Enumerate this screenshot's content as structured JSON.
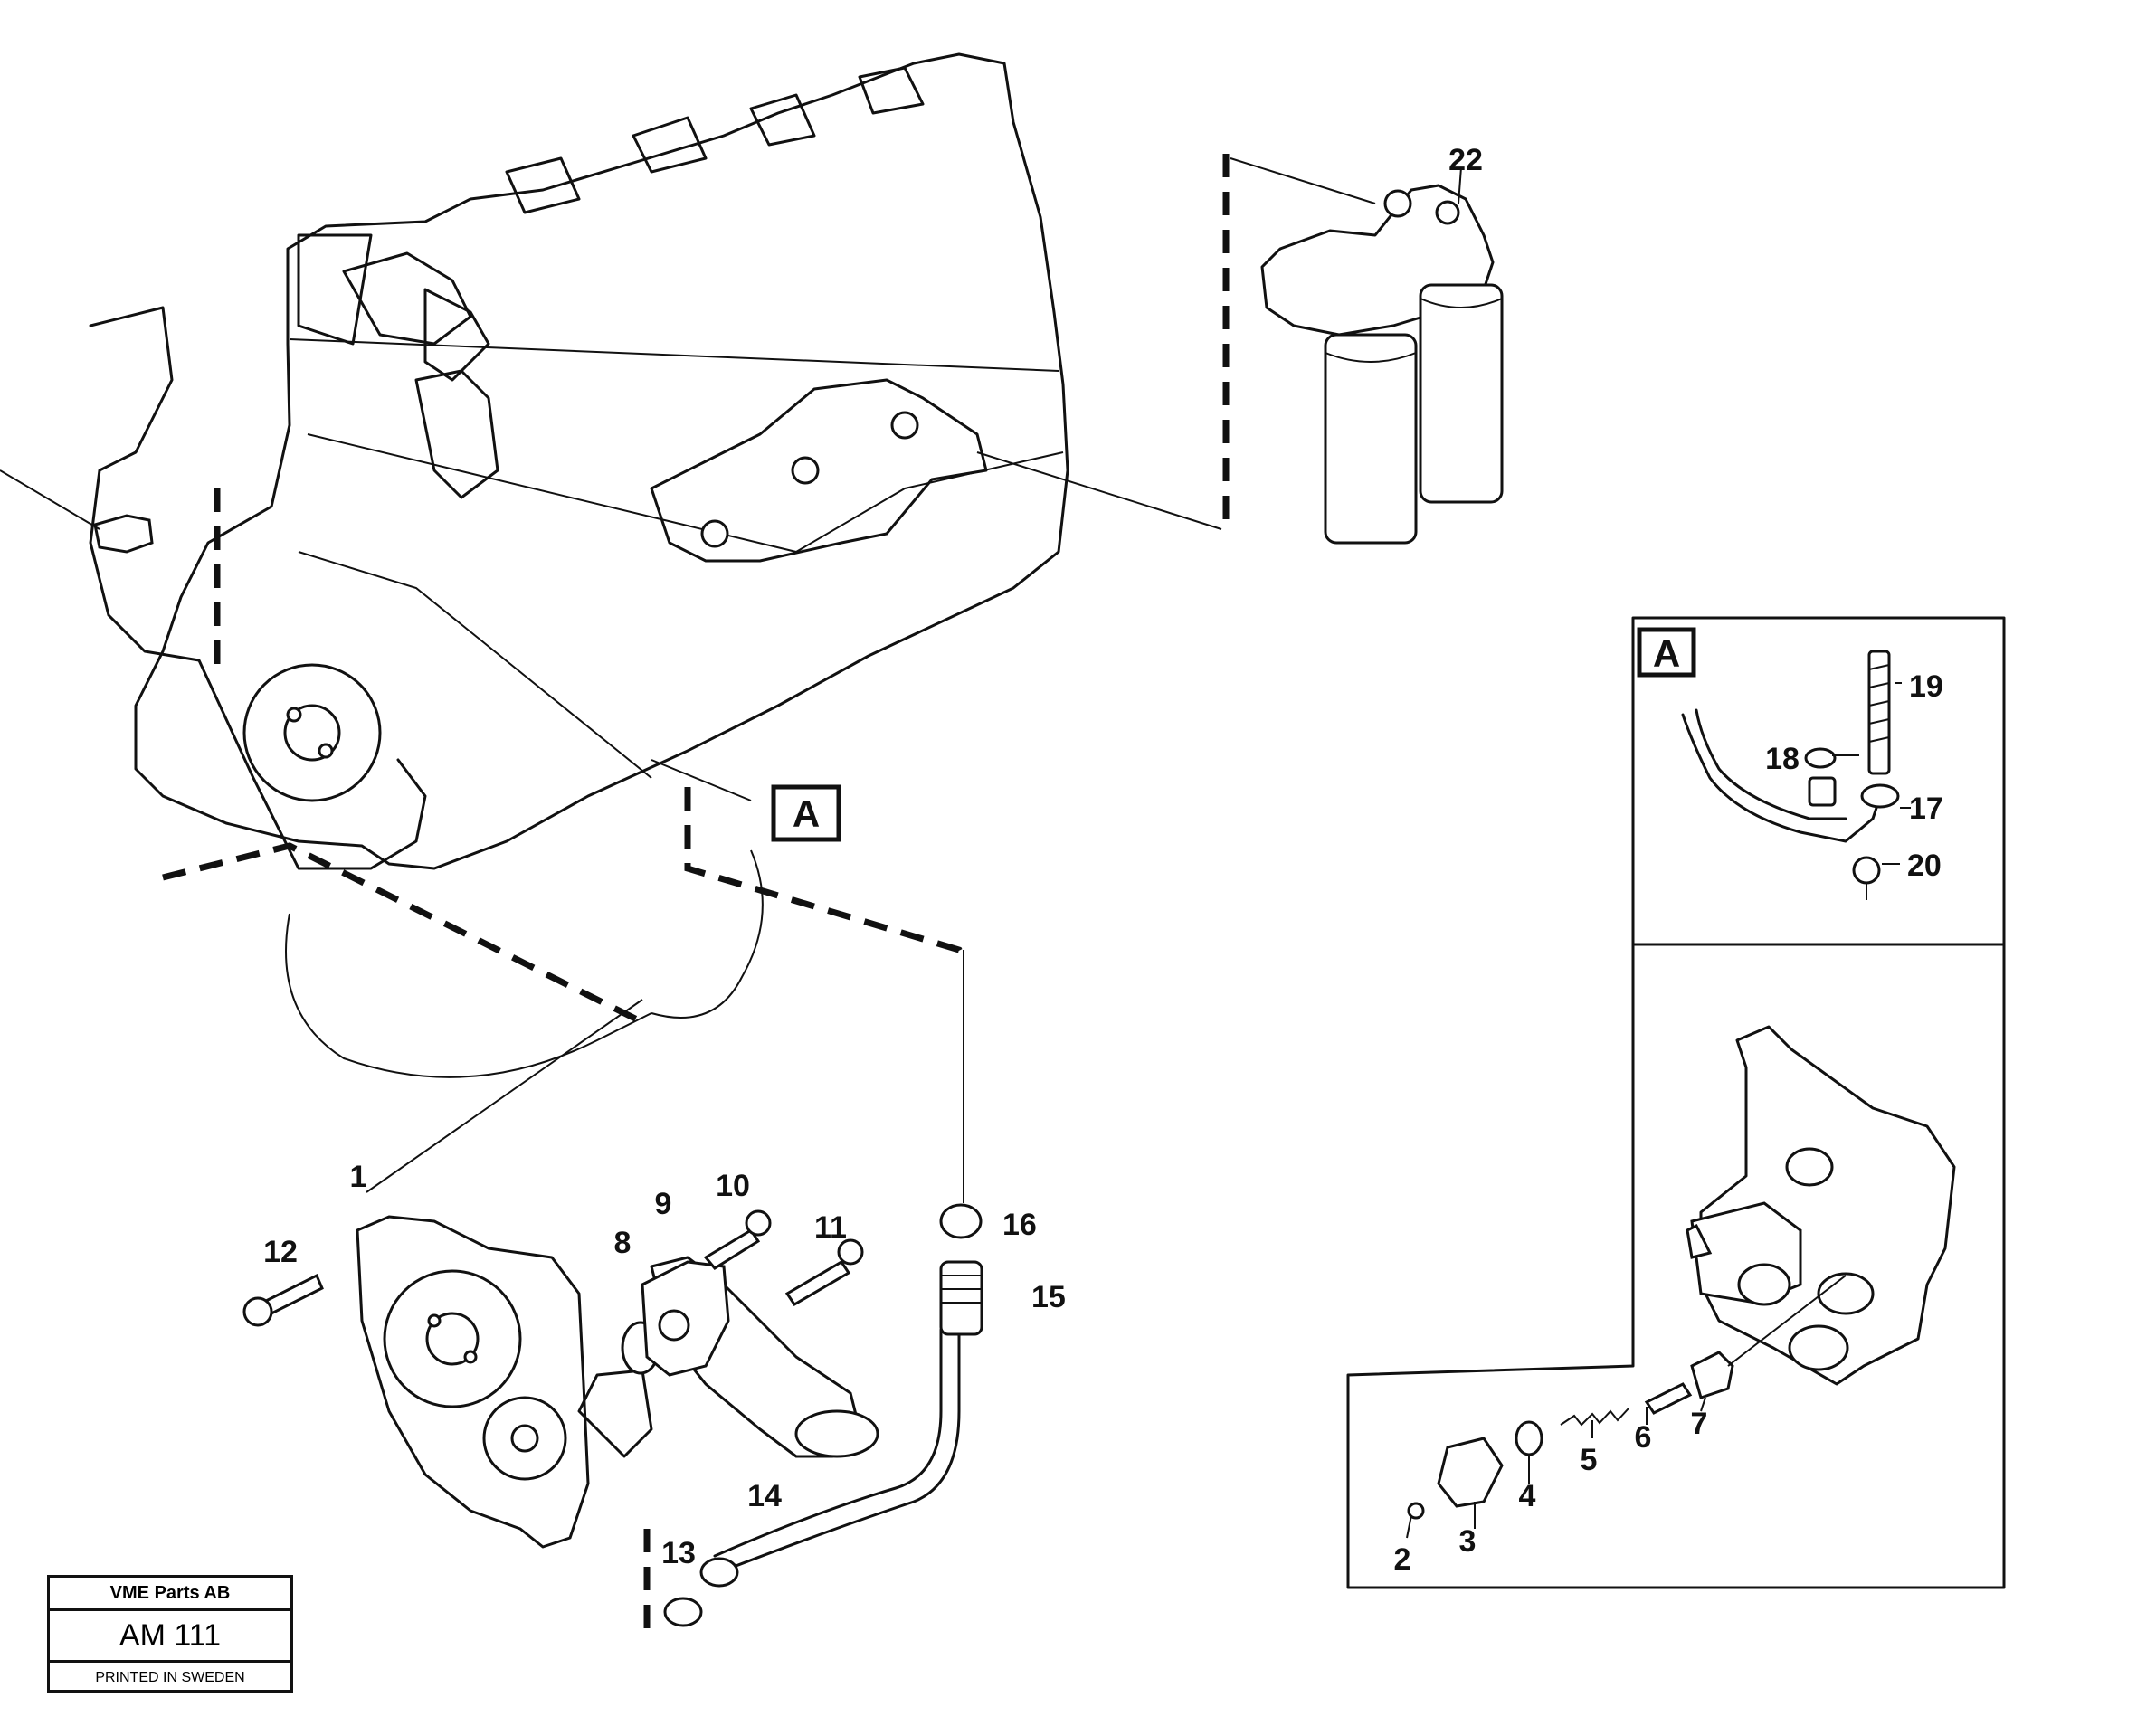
{
  "callouts": {
    "c1": "1",
    "c2": "2",
    "c3": "3",
    "c4": "4",
    "c5": "5",
    "c6": "6",
    "c7": "7",
    "c8": "8",
    "c9": "9",
    "c10": "10",
    "c11": "11",
    "c12": "12",
    "c13": "13",
    "c14": "14",
    "c15": "15",
    "c16": "16",
    "c17": "17",
    "c18": "18",
    "c19": "19",
    "c20": "20",
    "c22": "22"
  },
  "detail_ref": {
    "main_label": "A",
    "inset_label": "A"
  },
  "title_block": {
    "company": "VME Parts AB",
    "code": "AM 111",
    "printed": "PRINTED IN SWEDEN"
  }
}
